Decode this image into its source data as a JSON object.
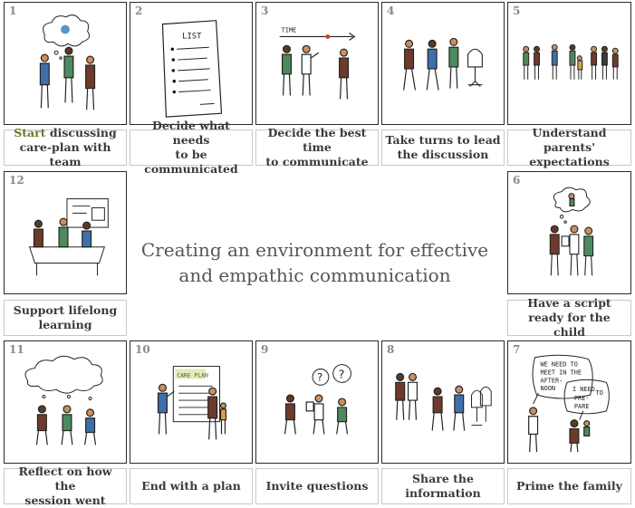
{
  "title": {
    "line1": "Creating an environment for effective",
    "line2": "and empathic communication"
  },
  "steps": [
    {
      "n": "1",
      "cap_highlight": "Start",
      "cap_rest": " discussing",
      "cap_line2": "care-plan with team"
    },
    {
      "n": "2",
      "cap_line1": "Decide what needs",
      "cap_line2": "to be communicated",
      "icon_text": "LIST"
    },
    {
      "n": "3",
      "cap_line1": "Decide the best time",
      "cap_line2": "to communicate",
      "icon_text": "TIME"
    },
    {
      "n": "4",
      "cap_line1": "Take turns to lead",
      "cap_line2": "the discussion"
    },
    {
      "n": "5",
      "cap_line1": "Understand parents'",
      "cap_line2": "expectations"
    },
    {
      "n": "6",
      "cap_line1": "Have a script",
      "cap_line2": "ready for the child"
    },
    {
      "n": "7",
      "cap_line1": "Prime the family",
      "bubble1": [
        "WE NEED TO",
        "MEET IN THE",
        "AFTER-",
        "NOON"
      ],
      "bubble2": [
        "I NEED",
        "TO",
        "PRE-",
        "PARE"
      ]
    },
    {
      "n": "8",
      "cap_line1": "Share the",
      "cap_line2": "information"
    },
    {
      "n": "9",
      "cap_line1": "Invite questions"
    },
    {
      "n": "10",
      "cap_line1": "End with a plan",
      "icon_text": "CARE PLAN"
    },
    {
      "n": "11",
      "cap_line1": "Reflect on how the",
      "cap_line2": "session went"
    },
    {
      "n": "12",
      "cap_line1": "Support lifelong",
      "cap_line2": "learning"
    }
  ]
}
